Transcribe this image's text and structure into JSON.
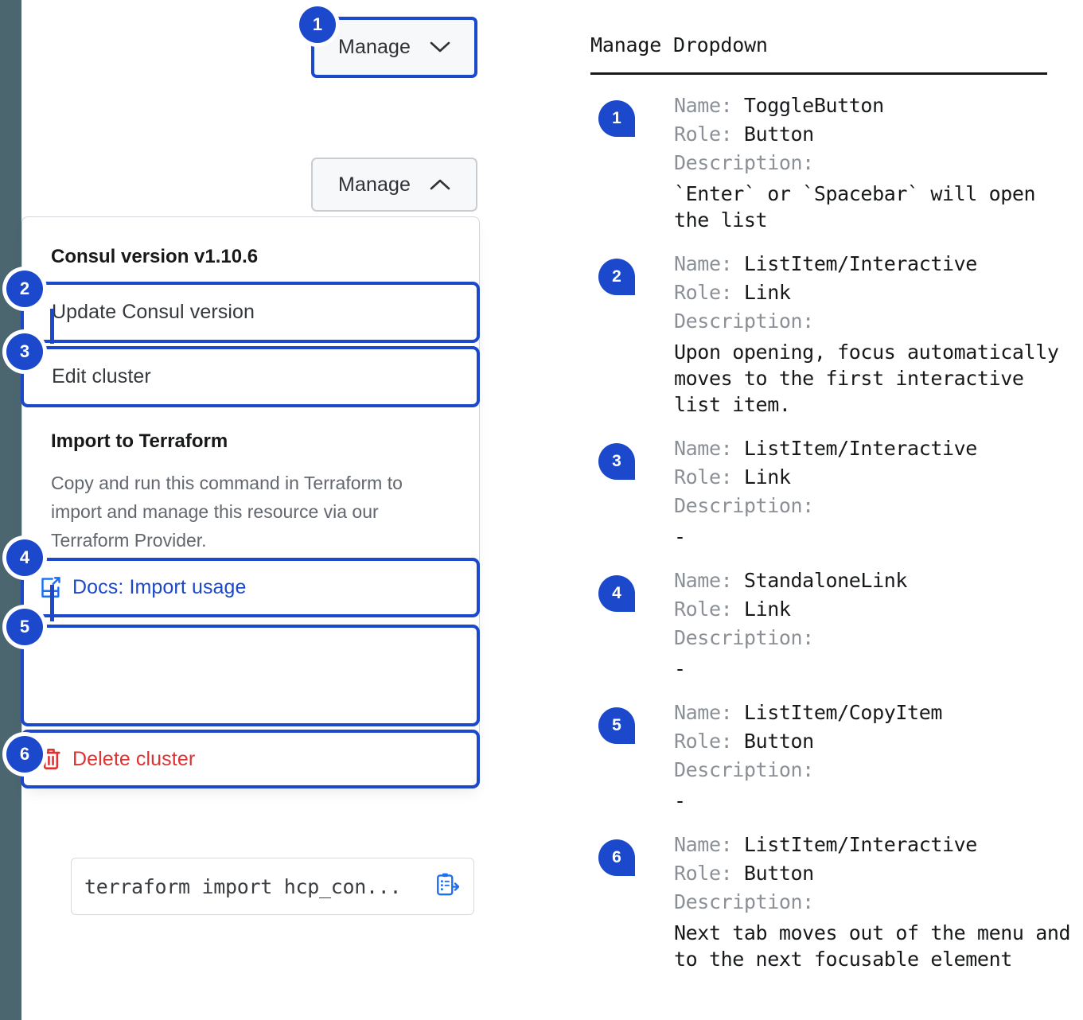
{
  "left": {
    "stripe_color": "#4b666f",
    "accent_color": "#1c49cc",
    "danger_color": "#e03131",
    "toggle_closed": {
      "label": "Manage",
      "icon": "chevron-down-icon"
    },
    "toggle_open": {
      "label": "Manage",
      "icon": "chevron-up-icon"
    },
    "menu": {
      "version_heading": "Consul version v1.10.6",
      "update_item": "Update Consul version",
      "edit_item": "Edit cluster",
      "terraform_heading": "Import to Terraform",
      "terraform_description": "Copy and run this command in Terraform to import and manage this resource via our Terraform Provider.",
      "docs_link": "Docs: Import usage",
      "docs_icon": "external-link-docs-icon",
      "command_value": "terraform import hcp_con...",
      "copy_icon": "copy-to-clipboard-icon",
      "delete_item": "Delete cluster",
      "delete_icon": "trash-icon"
    },
    "badges": [
      "1",
      "2",
      "3",
      "4",
      "5",
      "6"
    ]
  },
  "right": {
    "title": "Manage Dropdown",
    "labels": {
      "name": "Name:",
      "role": "Role:",
      "description": "Description:"
    },
    "entries": [
      {
        "badge": "1",
        "name": "ToggleButton",
        "role": "Button",
        "description": "`Enter` or `Spacebar` will open\nthe list"
      },
      {
        "badge": "2",
        "name": "ListItem/Interactive",
        "role": "Link",
        "description": "Upon opening, focus automatically\nmoves to the first interactive\nlist item."
      },
      {
        "badge": "3",
        "name": "ListItem/Interactive",
        "role": "Link",
        "description": "-"
      },
      {
        "badge": "4",
        "name": "StandaloneLink",
        "role": "Link",
        "description": "-"
      },
      {
        "badge": "5",
        "name": "ListItem/CopyItem",
        "role": "Button",
        "description": "-"
      },
      {
        "badge": "6",
        "name": "ListItem/Interactive",
        "role": "Button",
        "description": "Next tab moves out of the menu and\nto the next focusable element"
      }
    ]
  }
}
